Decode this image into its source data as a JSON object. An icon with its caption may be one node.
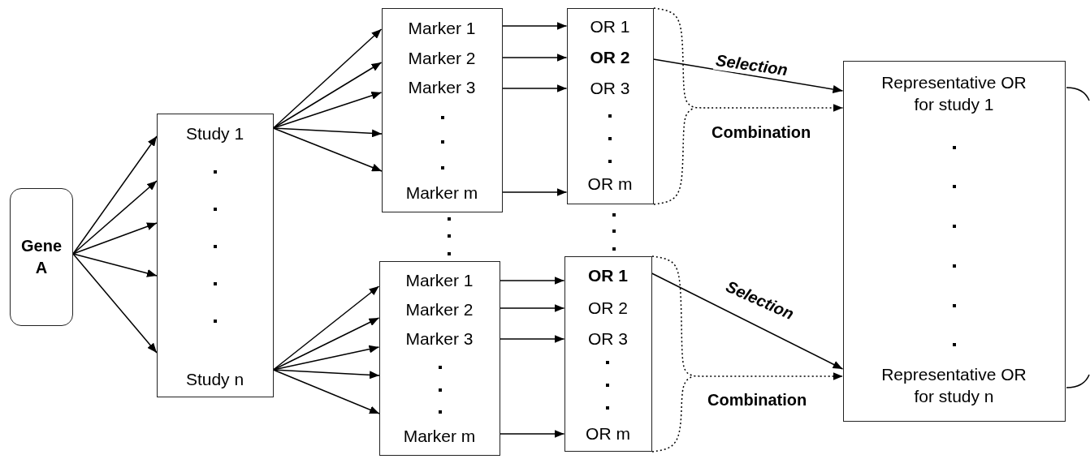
{
  "diagram": {
    "nodes": [
      {
        "text": [
          "Gene A"
        ]
      },
      {
        "text": [],
        "shape": "box"
      },
      {
        "text": [
          "Study 1"
        ],
        "in": 1
      },
      {
        "text": [
          "Study n"
        ],
        "in": 1
      },
      {
        "text": [],
        "shape": "box"
      },
      {
        "text": [
          "Marker 1"
        ],
        "in": 4
      },
      {
        "text": [
          "Marker 2"
        ],
        "in": 4
      },
      {
        "text": [
          "Marker 3"
        ],
        "in": 4
      },
      {
        "text": [
          "Marker m"
        ],
        "in": 4
      },
      {
        "text": [],
        "shape": "box"
      },
      {
        "text": [
          "OR 1"
        ],
        "in": 9
      },
      {
        "text": [
          "OR 2"
        ],
        "in": 9
      },
      {
        "text": [
          "OR 3"
        ],
        "in": 9
      },
      {
        "text": [
          "OR m"
        ],
        "in": 9
      },
      {
        "text": [],
        "shape": "box"
      },
      {
        "text": [
          "Marker 1"
        ],
        "in": 14
      },
      {
        "text": [
          "Marker 2"
        ],
        "in": 14
      },
      {
        "text": [
          "Marker 3"
        ],
        "in": 14
      },
      {
        "text": [
          "Marker m"
        ],
        "in": 14
      },
      {
        "text": [],
        "shape": "box"
      },
      {
        "text": [
          "OR 1"
        ],
        "in": 19
      },
      {
        "text": [
          "OR 2"
        ],
        "in": 19
      },
      {
        "text": [
          "OR 3"
        ],
        "in": 19
      },
      {
        "text": [
          "OR m"
        ],
        "in": 19
      },
      {
        "text": [],
        "shape": "box"
      },
      {
        "text": [
          "Representative OR for study 1"
        ],
        "in": 24
      },
      {
        "text": [
          "Representative OR for study n"
        ],
        "in": 24
      }
    ],
    "edges": [
      {
        "from": 0,
        "to": 1,
        "arrow": "to"
      },
      {
        "from": 0,
        "to": 1,
        "arrow": "to"
      },
      {
        "from": 0,
        "to": 1,
        "arrow": "to"
      },
      {
        "from": 0,
        "to": 1,
        "arrow": "to"
      },
      {
        "from": 0,
        "to": 1,
        "arrow": "to"
      },
      {
        "from": 2,
        "to": 5,
        "arrow": "to"
      },
      {
        "from": 2,
        "to": 6,
        "arrow": "to"
      },
      {
        "from": 2,
        "to": 7,
        "arrow": "to"
      },
      {
        "from": 2,
        "to": 4,
        "arrow": "to"
      },
      {
        "from": 2,
        "to": 4,
        "arrow": "to"
      },
      {
        "from": 5,
        "to": 10,
        "arrow": "to"
      },
      {
        "from": 6,
        "to": 11,
        "arrow": "to"
      },
      {
        "from": 7,
        "to": 12,
        "arrow": "to"
      },
      {
        "from": 8,
        "to": 13,
        "arrow": "to"
      },
      {
        "from": 3,
        "to": 15,
        "arrow": "to"
      },
      {
        "from": 3,
        "to": 16,
        "arrow": "to"
      },
      {
        "from": 3,
        "to": 17,
        "arrow": "to"
      },
      {
        "from": 3,
        "to": 14,
        "arrow": "to"
      },
      {
        "from": 3,
        "to": 14,
        "arrow": "to"
      },
      {
        "from": 15,
        "to": 20,
        "arrow": "to"
      },
      {
        "from": 16,
        "to": 21,
        "arrow": "to"
      },
      {
        "from": 17,
        "to": 22,
        "arrow": "to"
      },
      {
        "from": 18,
        "to": 23,
        "arrow": "to"
      },
      {
        "from": 11,
        "to": 25,
        "arrow": "to",
        "label": "Selection"
      },
      {
        "from": 9,
        "to": 25,
        "arrow": "to",
        "label": "Combination",
        "style": "dashed"
      },
      {
        "from": 20,
        "to": 26,
        "arrow": "to",
        "label": "Selection"
      },
      {
        "from": 19,
        "to": 26,
        "arrow": "to",
        "label": "Combination",
        "style": "dashed"
      }
    ]
  }
}
